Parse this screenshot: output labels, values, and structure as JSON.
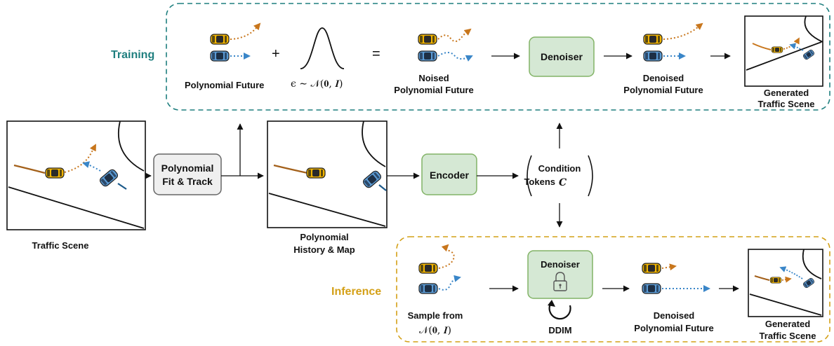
{
  "colors": {
    "training_accent": "#1f7f7f",
    "inference_accent": "#d4a017",
    "block_fill": "#d5e8d4",
    "block_stroke": "#82b366",
    "fit_fill": "#efefef",
    "fit_stroke": "#666666",
    "car_yellow": "#f2b400",
    "car_blue": "#5b9bd5",
    "traj_orange": "#c8761c",
    "traj_blue": "#3a86c8"
  },
  "sections": {
    "training_label": "Training",
    "inference_label": "Inference"
  },
  "training": {
    "polynomial_future": "Polynomial Future",
    "plus": "+",
    "noise_eq": "ϵ ∼ 𝒩(𝟎, 𝑰)",
    "equals": "=",
    "noised_line1": "Noised",
    "noised_line2": "Polynomial Future",
    "denoiser": "Denoiser",
    "denoised_line1": "Denoised",
    "denoised_line2": "Polynomial Future",
    "generated_line1": "Generated",
    "generated_line2": "Traffic Scene"
  },
  "middle": {
    "traffic_scene": "Traffic Scene",
    "fit_line1": "Polynomial",
    "fit_line2": "Fit & Track",
    "history_line1": "Polynomial",
    "history_line2": "History & Map",
    "encoder": "Encoder",
    "condition_line1": "Condition",
    "condition_line2_text": "Tokens",
    "condition_symbol": "C"
  },
  "inference": {
    "sample_line1": "Sample from",
    "sample_line2": "𝒩(𝟎, 𝑰)",
    "denoiser": "Denoiser",
    "ddim": "DDIM",
    "denoised_line1": "Denoised",
    "denoised_line2": "Polynomial Future",
    "generated_line1": "Generated",
    "generated_line2": "Traffic Scene"
  },
  "icons": [
    "car-icon",
    "gaussian-curve-icon",
    "lock-icon",
    "loop-arrow-icon",
    "arrow-icon"
  ]
}
